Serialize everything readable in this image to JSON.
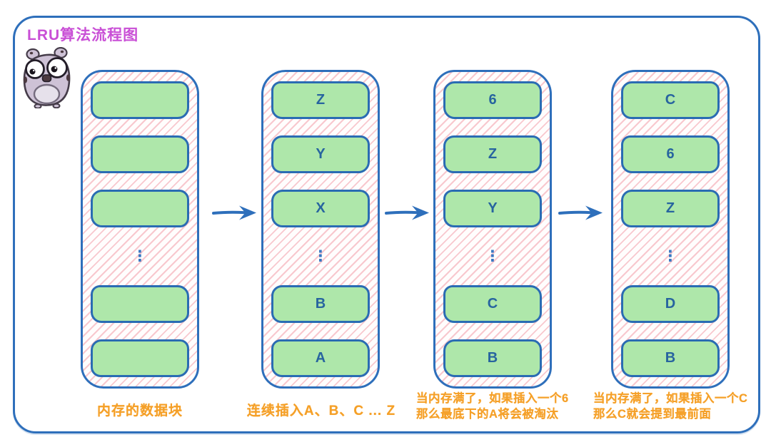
{
  "title": "LRU算法流程图",
  "ellipsis": "⋮",
  "colors": {
    "frame_blue": "#2e6fbb",
    "block_green": "#aee7aa",
    "block_border_blue": "#2a6cb3",
    "label_blue": "#27649f",
    "hatch_pink": "#f39ca8",
    "caption_orange": "#f5a028",
    "title_magenta": "#c94fd6",
    "gopher_body": "#cec2d6"
  },
  "icons": {
    "mascot": "gopher-mascot",
    "arrow": "arrow-right-icon"
  },
  "columns": [
    {
      "caption": "内存的数据块",
      "blocks": [
        "",
        "",
        "",
        "",
        ""
      ]
    },
    {
      "caption": "连续插入A、B、C ... Z",
      "blocks": [
        "Z",
        "Y",
        "X",
        "B",
        "A"
      ]
    },
    {
      "caption_lines": [
        "当内存满了，如果插入一个6",
        "那么最底下的A将会被淘汰"
      ],
      "blocks": [
        "6",
        "Z",
        "Y",
        "C",
        "B"
      ]
    },
    {
      "caption_lines": [
        "当内存满了，如果插入一个C",
        "那么C就会提到最前面"
      ],
      "blocks": [
        "C",
        "6",
        "Z",
        "D",
        "B"
      ]
    }
  ]
}
